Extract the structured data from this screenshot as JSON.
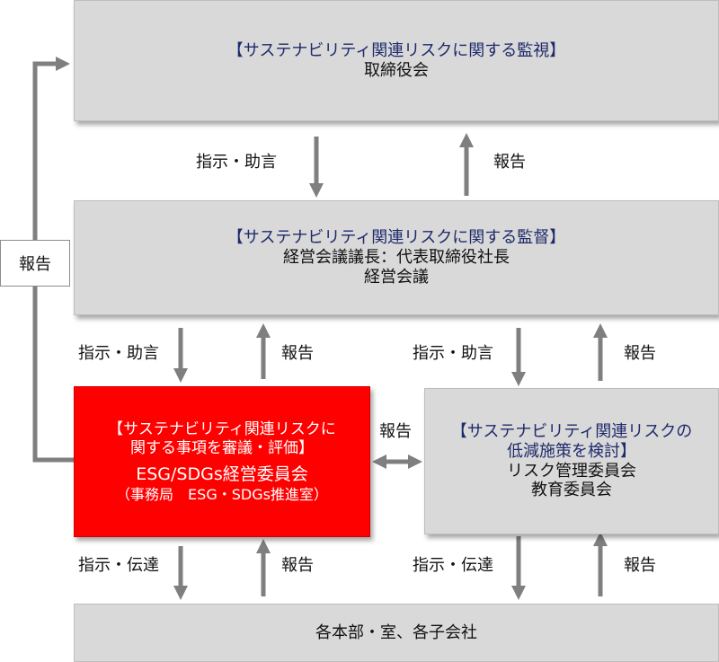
{
  "board": {
    "heading": "【サステナビリティ関連リスクに関する監視】",
    "name": "取締役会"
  },
  "management": {
    "heading": "【サステナビリティ関連リスクに関する監督】",
    "chair": "経営会議議長：代表取締役社長",
    "name": "経営会議"
  },
  "esg_committee": {
    "heading_line1": "【サステナビリティ関連リスクに",
    "heading_line2": "関する事項を審議・評価】",
    "name": "ESG/SDGs経営委員会",
    "office": "（事務局　ESG・SDGs推進室）"
  },
  "risk_committee": {
    "heading_line1": "【サステナビリティ関連リスクの",
    "heading_line2": "低減施策を検討】",
    "name1": "リスク管理委員会",
    "name2": "教育委員会"
  },
  "divisions": {
    "name": "各本部・室、各子会社"
  },
  "labels": {
    "instruct_advise": "指示・助言",
    "instruct_convey": "指示・伝達",
    "report": "報告"
  },
  "colors": {
    "box_gray": "#d9d9d9",
    "esg_red": "#ff0000",
    "arrow_gray": "#7f7f7f",
    "heading_navy": "#1f2a6b"
  }
}
